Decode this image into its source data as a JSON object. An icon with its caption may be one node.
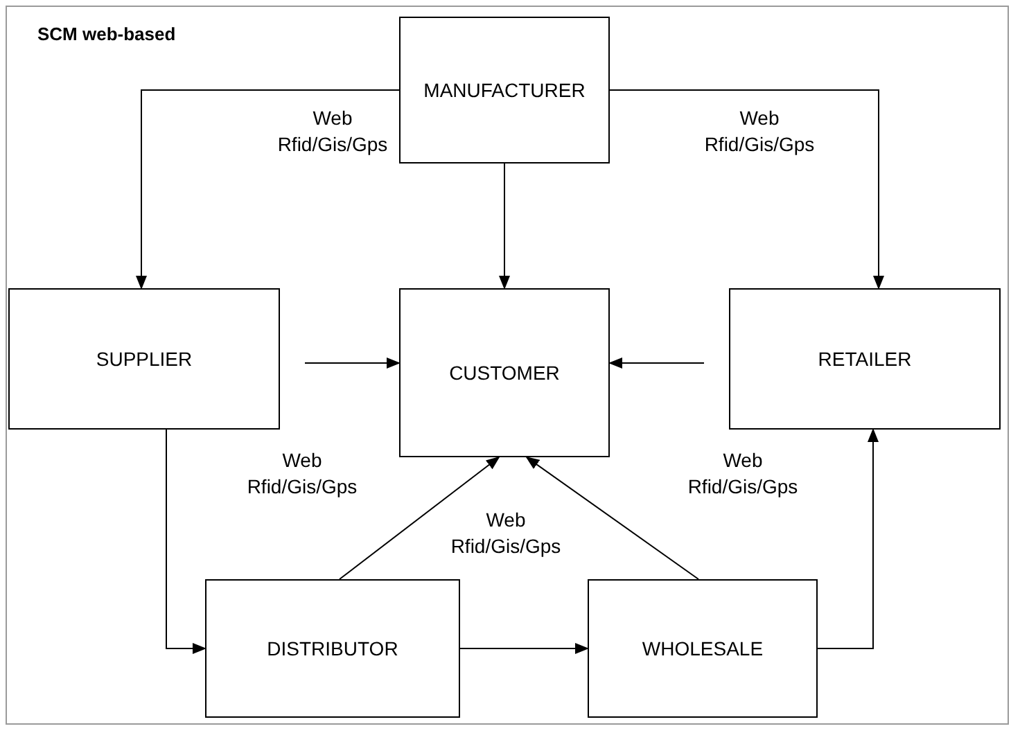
{
  "diagram": {
    "title": "SCM web-based",
    "nodes": [
      {
        "text": [
          "MANUFACTURER"
        ]
      },
      {
        "text": [
          "SUPPLIER"
        ]
      },
      {
        "text": [
          "CUSTOMER"
        ]
      },
      {
        "text": [
          "RETAILER"
        ]
      },
      {
        "text": [
          "DISTRIBUTOR"
        ]
      },
      {
        "text": [
          "WHOLESALE"
        ]
      }
    ],
    "edges": [
      {
        "from": 0,
        "to": 1,
        "arrow": "to"
      },
      {
        "from": 0,
        "to": 2,
        "arrow": "to"
      },
      {
        "from": 0,
        "to": 3,
        "arrow": "to"
      },
      {
        "from": 1,
        "to": 2,
        "arrow": "to"
      },
      {
        "from": 3,
        "to": 2,
        "arrow": "to"
      },
      {
        "from": 1,
        "to": 4,
        "arrow": "to"
      },
      {
        "from": 4,
        "to": 2,
        "arrow": "to"
      },
      {
        "from": 5,
        "to": 2,
        "arrow": "to"
      },
      {
        "from": 4,
        "to": 5,
        "arrow": "to"
      },
      {
        "from": 5,
        "to": 3,
        "arrow": "to"
      }
    ],
    "labels": [
      "Web Rfid/Gis/Gps",
      "Web Rfid/Gis/Gps",
      "Web Rfid/Gis/Gps",
      "Web Rfid/Gis/Gps",
      "Web Rfid/Gis/Gps"
    ]
  }
}
